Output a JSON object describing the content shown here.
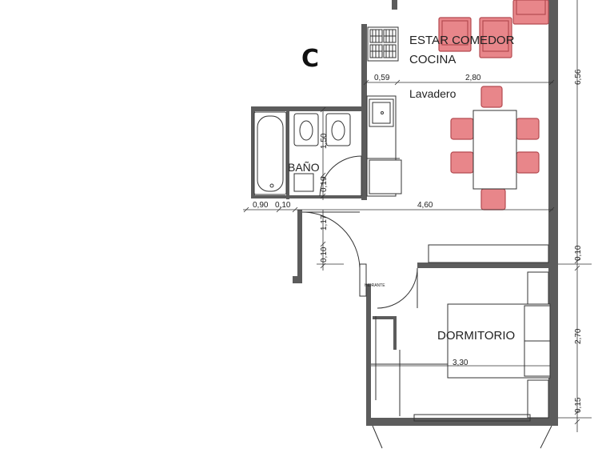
{
  "unit_letter": "C",
  "rooms": {
    "estar_comedor": "ESTAR COMEDOR",
    "cocina": "COCINA",
    "lavadero": "Lavadero",
    "bano": "BAÑO",
    "dormitorio": "DORMITORIO",
    "hidrante": "HIDRANTE"
  },
  "dimensions": {
    "d_059": "0,59",
    "d_280": "2,80",
    "d_656": "6,56",
    "d_150": "1,50",
    "d_019": "0,19",
    "d_090": "0,90",
    "d_010_bath": "0,10",
    "d_460": "4,60",
    "d_117": "1,17",
    "d_010_hall": "0,10",
    "d_010_right": "0,10",
    "d_270": "2,70",
    "d_330": "3,30",
    "d_015": "0,15"
  },
  "colors": {
    "wall": "#5c5c5c",
    "furniture_fill": "#e8868a",
    "furniture_stroke": "#b44a50",
    "line": "#333333"
  }
}
